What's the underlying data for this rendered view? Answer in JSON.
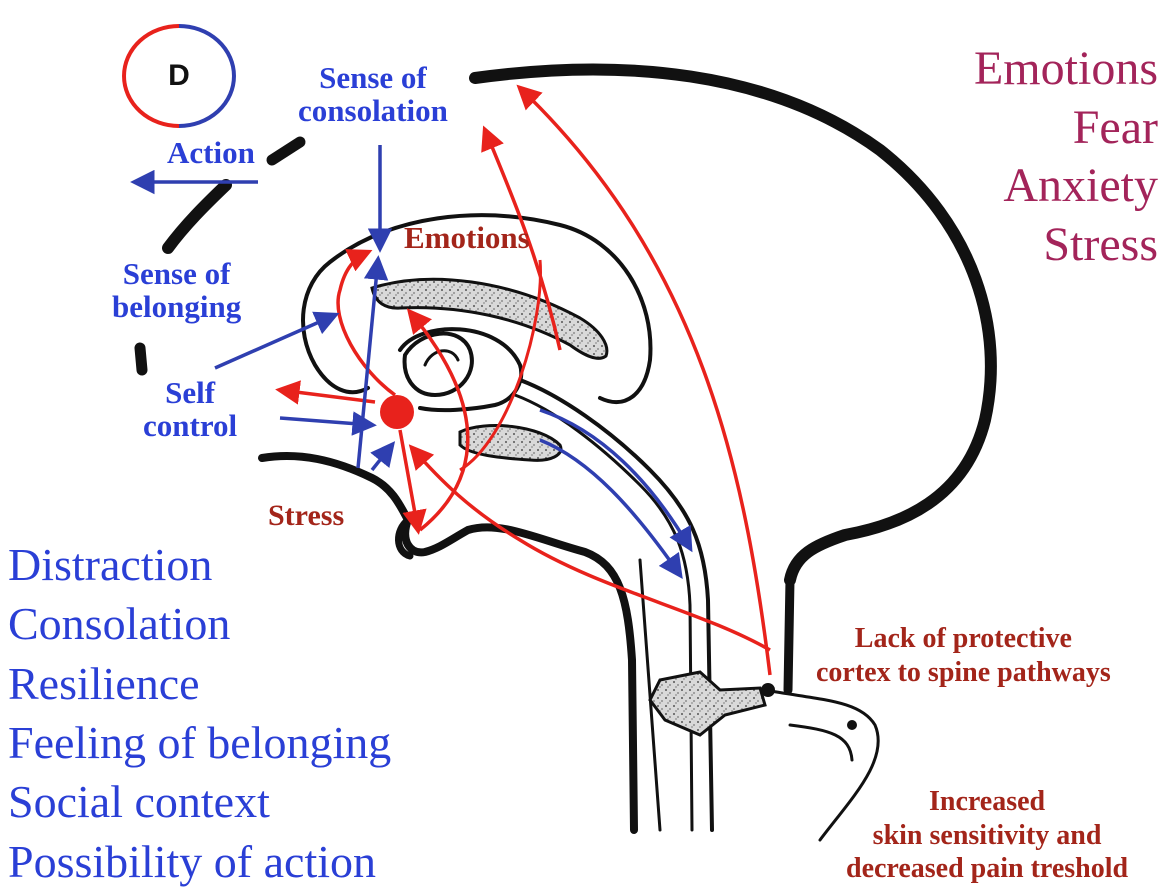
{
  "badge": {
    "letter": "D"
  },
  "labels": {
    "sense_of_consolation": [
      "Sense of",
      "consolation"
    ],
    "action": "Action",
    "emotions_center": "Emotions",
    "sense_of_belonging": [
      "Sense of",
      "belonging"
    ],
    "self_control": [
      "Self",
      "control"
    ],
    "stress": "Stress",
    "lack_of_protective": [
      "Lack of protective",
      "cortex to spine pathways"
    ],
    "increased_skin": [
      "Increased",
      "skin sensitivity and",
      "decreased pain treshold"
    ]
  },
  "right_list": {
    "items": [
      "Emotions",
      "Fear",
      "Anxiety",
      "Stress"
    ],
    "color": "#a3245a"
  },
  "left_list": {
    "items": [
      "Distraction",
      "Consolation",
      "Resilience",
      "Feeling of belonging",
      "Social context",
      "Possibility of action"
    ],
    "color": "#2a3fd6"
  },
  "colors": {
    "red_arrow": "#e8221c",
    "blue_arrow": "#2f3fb0",
    "outline": "#111111",
    "dark_red_text": "#a3251a",
    "blue_text": "#2a3fd6"
  }
}
